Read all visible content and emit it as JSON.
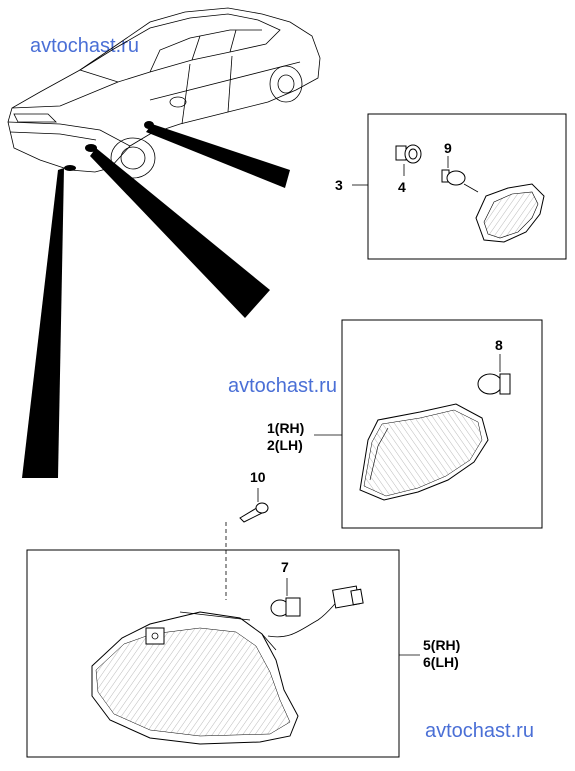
{
  "watermarks": [
    "avtochast.ru",
    "avtochast.ru",
    "avtochast.ru"
  ],
  "callouts": {
    "c3": "3",
    "c4": "4",
    "c9": "9",
    "c8": "8",
    "c1": "1(RH)",
    "c2": "2(LH)",
    "c10": "10",
    "c7": "7",
    "c5": "5(RH)",
    "c6": "6(LH)"
  }
}
